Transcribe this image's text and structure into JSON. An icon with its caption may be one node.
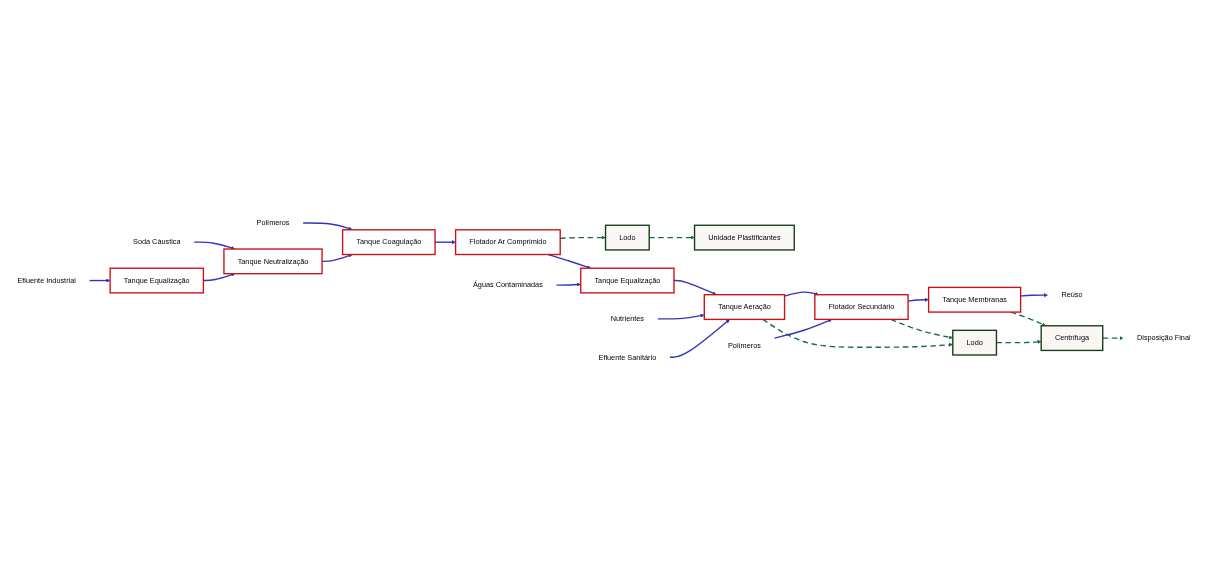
{
  "diagram": {
    "nodes": [
      {
        "text": [
          "Efluente Industrial"
        ]
      },
      {
        "text": [
          "Tanque Equalização"
        ]
      },
      {
        "text": [
          "Soda Cáustica"
        ]
      },
      {
        "text": [
          "Tanque Neutralização"
        ]
      },
      {
        "text": [
          "Polímeros"
        ]
      },
      {
        "text": [
          "Tanque Coagulação"
        ]
      },
      {
        "text": [
          "Flotador Ar Comprimido"
        ]
      },
      {
        "text": [
          "Unidade Plastificantes"
        ]
      },
      {
        "text": [
          "Lodo"
        ]
      },
      {
        "text": [
          "Reúso"
        ]
      },
      {
        "text": [
          "Tanque Membranas"
        ]
      },
      {
        "text": [
          "Flotador Secundário"
        ]
      },
      {
        "text": [
          "Tanque Aeração"
        ]
      },
      {
        "text": [
          "Tanque Equalização"
        ]
      },
      {
        "text": [
          "Polímeros"
        ]
      },
      {
        "text": [
          "Nutrientes"
        ]
      },
      {
        "text": [
          "Efluente Sanitário"
        ]
      },
      {
        "text": [
          "Águas Contaminadas"
        ]
      },
      {
        "text": [
          "Disposição Final"
        ]
      },
      {
        "text": [
          "Centrífuga"
        ]
      },
      {
        "text": [
          "Lodo"
        ]
      }
    ],
    "edges": [
      {
        "from": 0,
        "to": 1,
        "arrow": "to"
      },
      {
        "from": 2,
        "to": 3,
        "arrow": "to"
      },
      {
        "from": 1,
        "to": 3,
        "arrow": "to"
      },
      {
        "from": 4,
        "to": 5,
        "arrow": "to"
      },
      {
        "from": 3,
        "to": 5,
        "arrow": "to"
      },
      {
        "from": 5,
        "to": 6,
        "arrow": "to"
      },
      {
        "from": 6,
        "to": 8,
        "arrow": "to",
        "style": "dashed",
        "color": "#1a6b4a"
      },
      {
        "from": 8,
        "to": 7,
        "arrow": "to",
        "style": "dashed",
        "color": "#1a6b4a"
      },
      {
        "from": 6,
        "to": 13,
        "arrow": "to"
      },
      {
        "from": 17,
        "to": 13,
        "arrow": "to"
      },
      {
        "from": 13,
        "to": 12,
        "arrow": "to"
      },
      {
        "from": 15,
        "to": 12,
        "arrow": "to"
      },
      {
        "from": 16,
        "to": 12,
        "arrow": "to"
      },
      {
        "from": 12,
        "to": 11,
        "arrow": "to"
      },
      {
        "from": 14,
        "to": 11,
        "arrow": "to"
      },
      {
        "from": 11,
        "to": 10,
        "arrow": "to"
      },
      {
        "from": 10,
        "to": 9,
        "arrow": "to"
      },
      {
        "from": 11,
        "to": 20,
        "arrow": "to",
        "style": "dashed",
        "color": "#1a6b4a"
      },
      {
        "from": 12,
        "to": 20,
        "arrow": "to",
        "style": "dashed",
        "color": "#1a6b4a"
      },
      {
        "from": 10,
        "to": 19,
        "arrow": "to",
        "style": "dashed",
        "color": "#1a6b4a"
      },
      {
        "from": 20,
        "to": 19,
        "arrow": "to",
        "style": "dashed",
        "color": "#1a6b4a"
      },
      {
        "from": 19,
        "to": 18,
        "arrow": "to",
        "style": "dashed",
        "color": "#1a6b4a"
      }
    ]
  }
}
